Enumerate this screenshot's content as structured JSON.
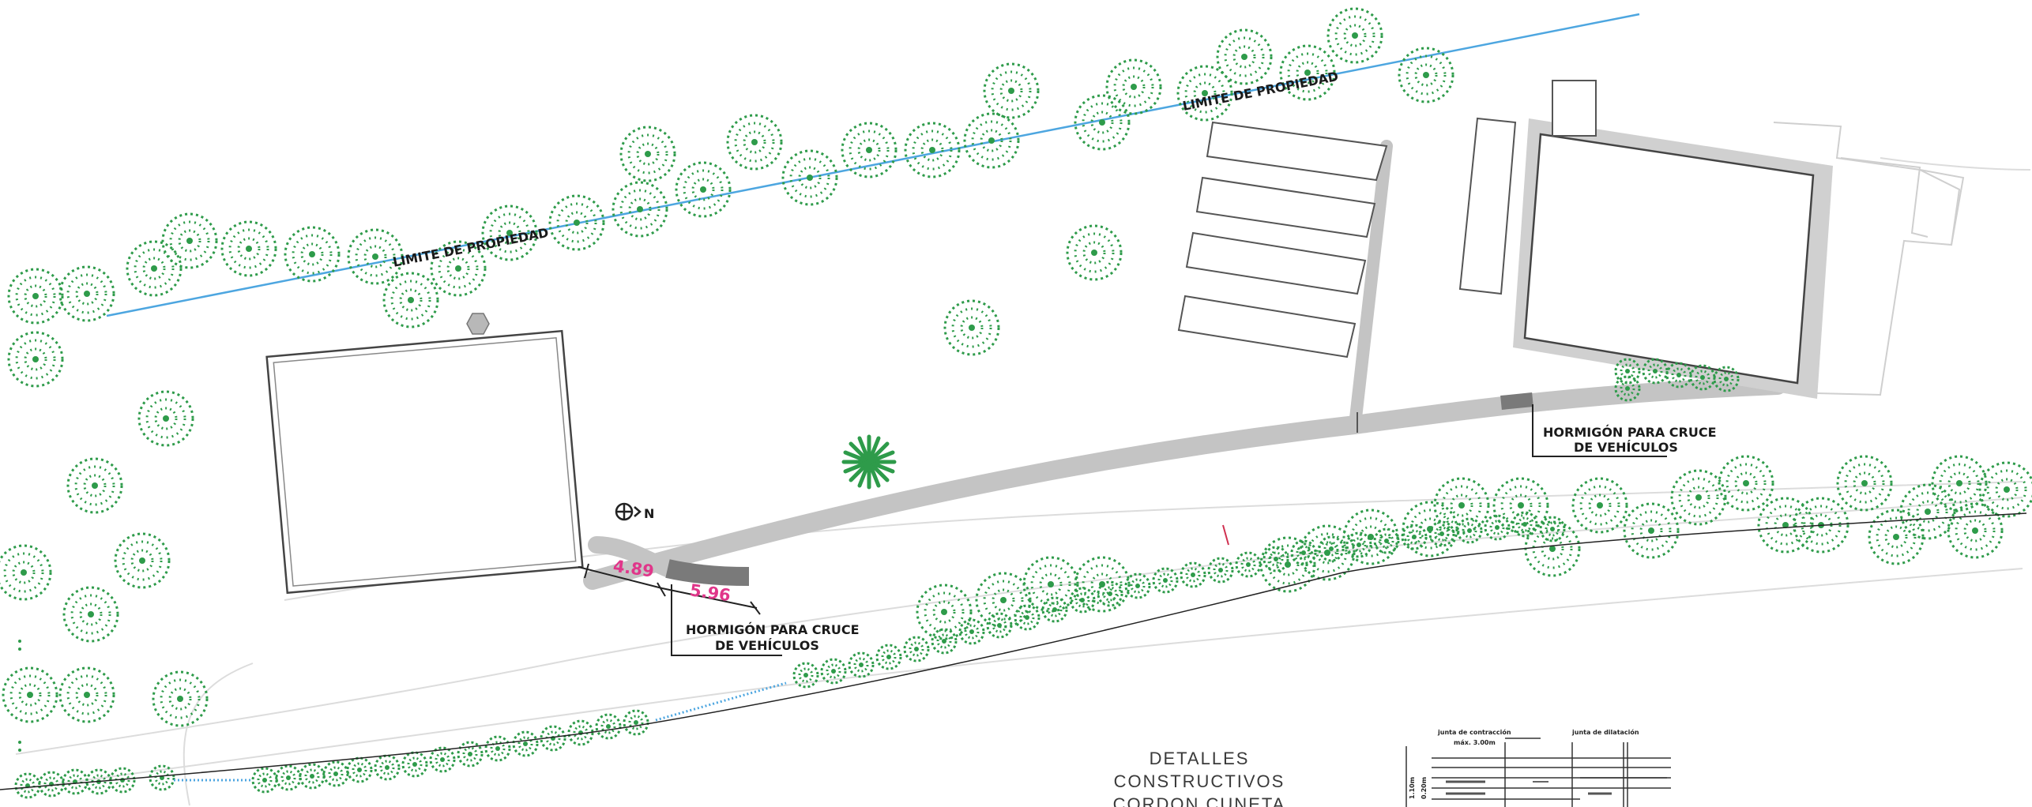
{
  "labels": {
    "property_line_1": "LIMITE DE PROPIEDAD",
    "property_line_2": "LIMITE DE PROPIEDAD",
    "crossing_left_line1": "HORMIGÓN PARA CRUCE",
    "crossing_left_line2": "DE VEHÍCULOS",
    "crossing_right_line1": "HORMIGÓN PARA CRUCE",
    "crossing_right_line2": "DE VEHÍCULOS",
    "north": "N"
  },
  "dimensions": {
    "dim_a": "4.89",
    "dim_b": "5.96"
  },
  "details": {
    "title_line1": "DETALLES",
    "title_line2": "CONSTRUCTIVOS",
    "title_line3": "CORDON CUNETA",
    "note_contraction": "junta de contracción",
    "note_spacing": "máx. 3.00m",
    "note_dilation": "junta de dilatación",
    "note_height_1": "1.10m",
    "note_height_2": "0.20m"
  },
  "colors": {
    "tree": "#2e9b4a",
    "property_line": "#4da6e0",
    "road": "#c4c4c4",
    "concrete": "#7a7a7a",
    "dimension": "#e0368a"
  }
}
